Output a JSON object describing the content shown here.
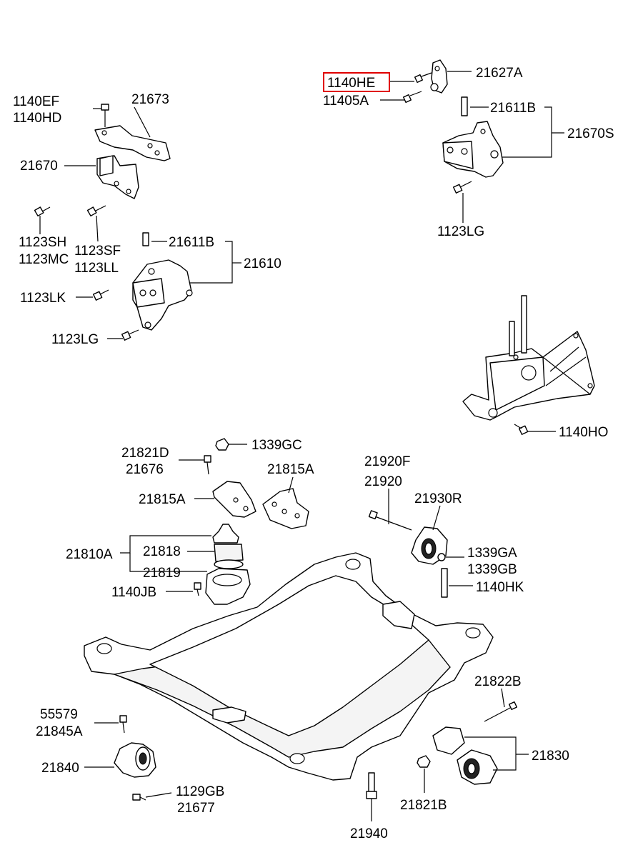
{
  "highlight_color": "#e00000",
  "labels": {
    "p1140EF": "1140EF",
    "p1140HD": "1140HD",
    "p21673": "21673",
    "p21670": "21670",
    "p1123SH": "1123SH",
    "p1123MC": "1123MC",
    "p1123SF": "1123SF",
    "p1123LL": "1123LL",
    "p21611B_left": "21611B",
    "p21610": "21610",
    "p1123LK": "1123LK",
    "p1123LG_left": "1123LG",
    "p1140HE": "1140HE",
    "p11405A": "11405A",
    "p21627A": "21627A",
    "p21611B_right": "21611B",
    "p21670S": "21670S",
    "p1123LG_right": "1123LG",
    "p1140HO": "1140HO",
    "p1339GC": "1339GC",
    "p21821D": "21821D",
    "p21676": "21676",
    "p21815A_right": "21815A",
    "p21815A_left": "21815A",
    "p21810A": "21810A",
    "p21818": "21818",
    "p21819": "21819",
    "p1140JB": "1140JB",
    "p21920F": "21920F",
    "p21920": "21920",
    "p21930R": "21930R",
    "p1339GA": "1339GA",
    "p1339GB": "1339GB",
    "p1140HK": "1140HK",
    "p21822B": "21822B",
    "p55579": "55579",
    "p21845A": "21845A",
    "p21840": "21840",
    "p1129GB": "1129GB",
    "p21677": "21677",
    "p21830": "21830",
    "p21821B": "21821B",
    "p21940": "21940"
  }
}
